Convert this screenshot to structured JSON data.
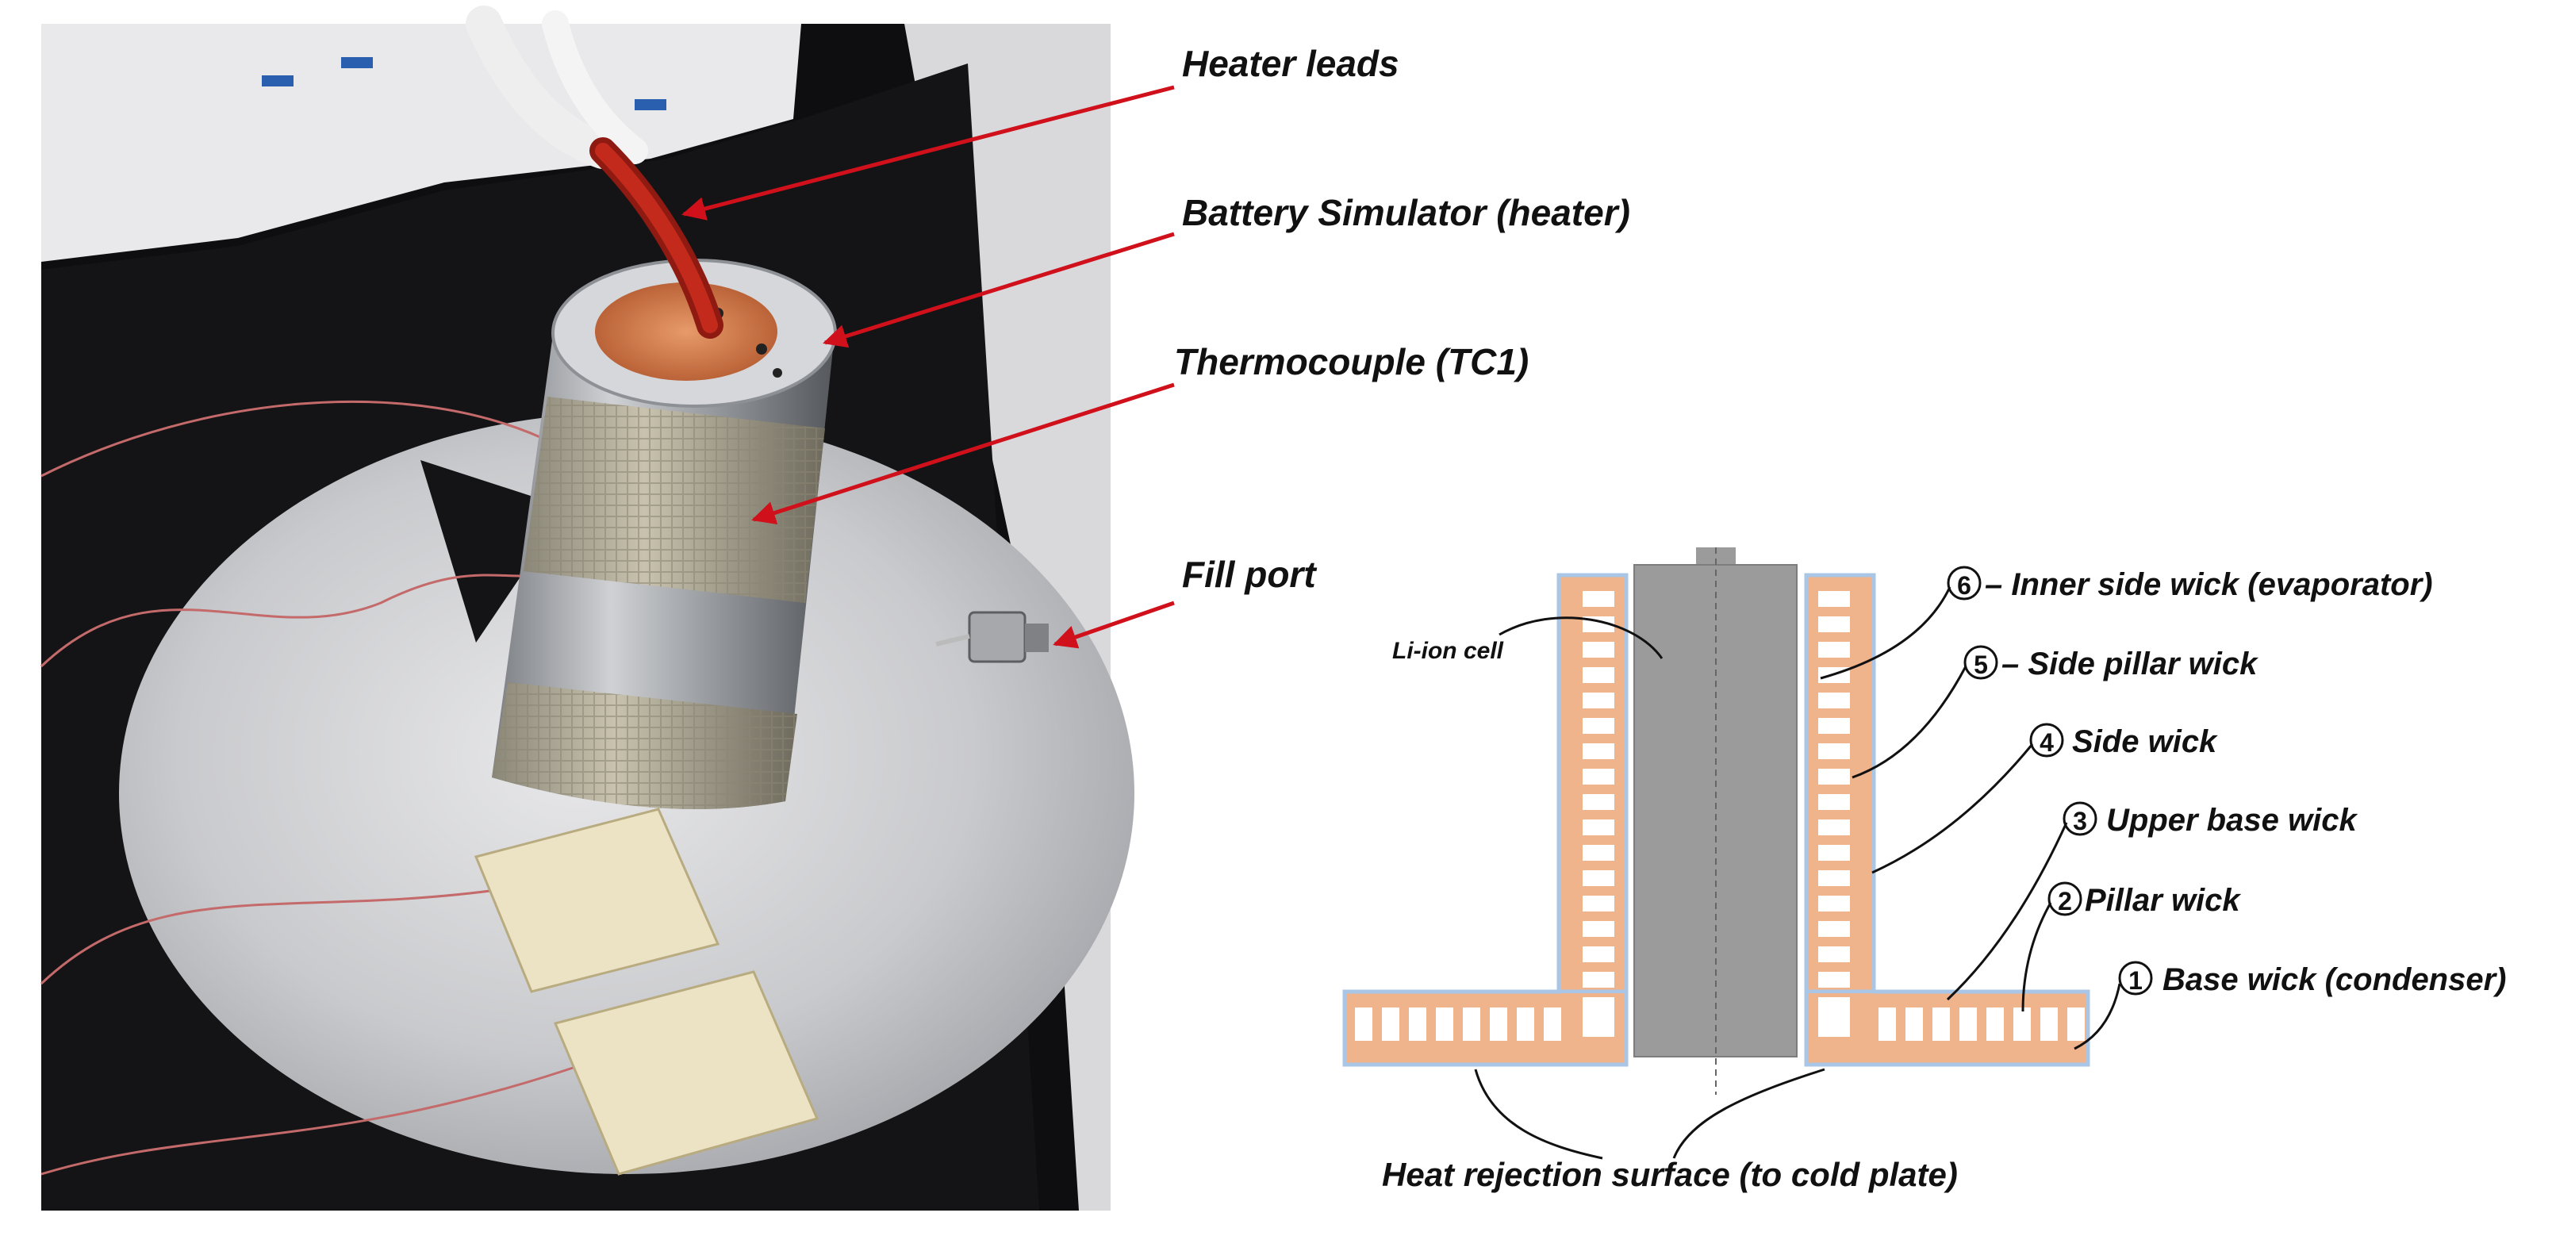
{
  "photo": {
    "callouts": [
      {
        "id": "heater-leads",
        "label": "Heater leads"
      },
      {
        "id": "battery-simulator",
        "label": "Battery Simulator (heater)"
      },
      {
        "id": "thermocouple",
        "label": "Thermocouple (TC1)"
      },
      {
        "id": "fill-port",
        "label": "Fill port"
      }
    ]
  },
  "schematic": {
    "cell_label": "Li-ion cell",
    "wicks": [
      {
        "num": "6",
        "label": "– Inner side wick (evaporator)"
      },
      {
        "num": "5",
        "label": "– Side pillar wick"
      },
      {
        "num": "4",
        "label": "Side wick"
      },
      {
        "num": "3",
        "label": "Upper base wick"
      },
      {
        "num": "2",
        "label": "Pillar wick"
      },
      {
        "num": "1",
        "label": "Base wick (condenser)"
      }
    ],
    "bottom_label": "Heat rejection surface (to cold plate)"
  },
  "colors": {
    "wick": "#f0b48c",
    "outline": "#a9c6e6",
    "cell": "#9b9b9b",
    "callout_line": "#d0101a"
  }
}
